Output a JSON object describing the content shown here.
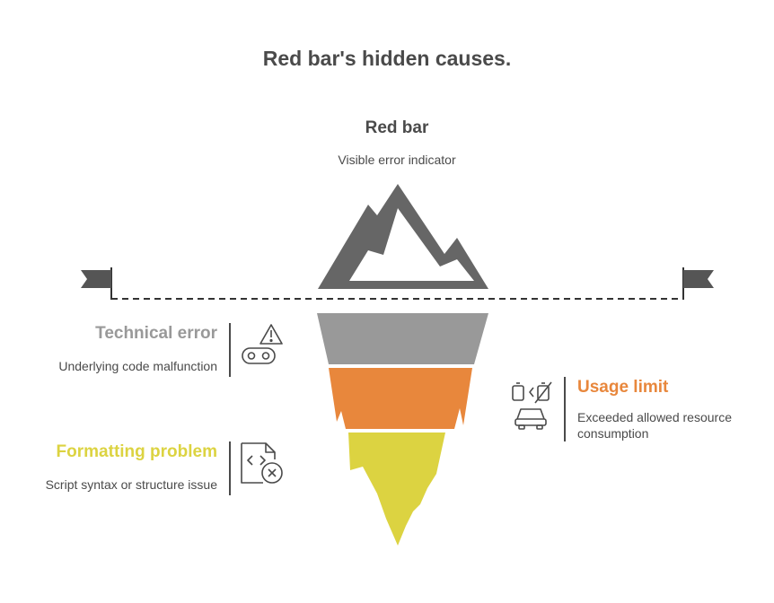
{
  "title": "Red bar's hidden causes.",
  "tip": {
    "label": "Red bar",
    "description": "Visible error indicator"
  },
  "layers": [
    {
      "id": "technical",
      "label": "Technical error",
      "description": "Underlying code malfunction",
      "color": "#999999",
      "icons": [
        "warning-icon",
        "conveyor-icon"
      ]
    },
    {
      "id": "usage",
      "label": "Usage limit",
      "description_lines": [
        "Exceeded allowed resource",
        "consumption"
      ],
      "color": "#e8873c",
      "icons": [
        "battery-swap-icon",
        "car-icon"
      ]
    },
    {
      "id": "formatting",
      "label": "Formatting problem",
      "description": "Script syntax or structure issue",
      "color": "#dcd341",
      "icons": [
        "code-file-error-icon"
      ]
    }
  ],
  "colors": {
    "mountain": "#666666",
    "text": "#4a4a4a",
    "waterline": "#333333"
  }
}
